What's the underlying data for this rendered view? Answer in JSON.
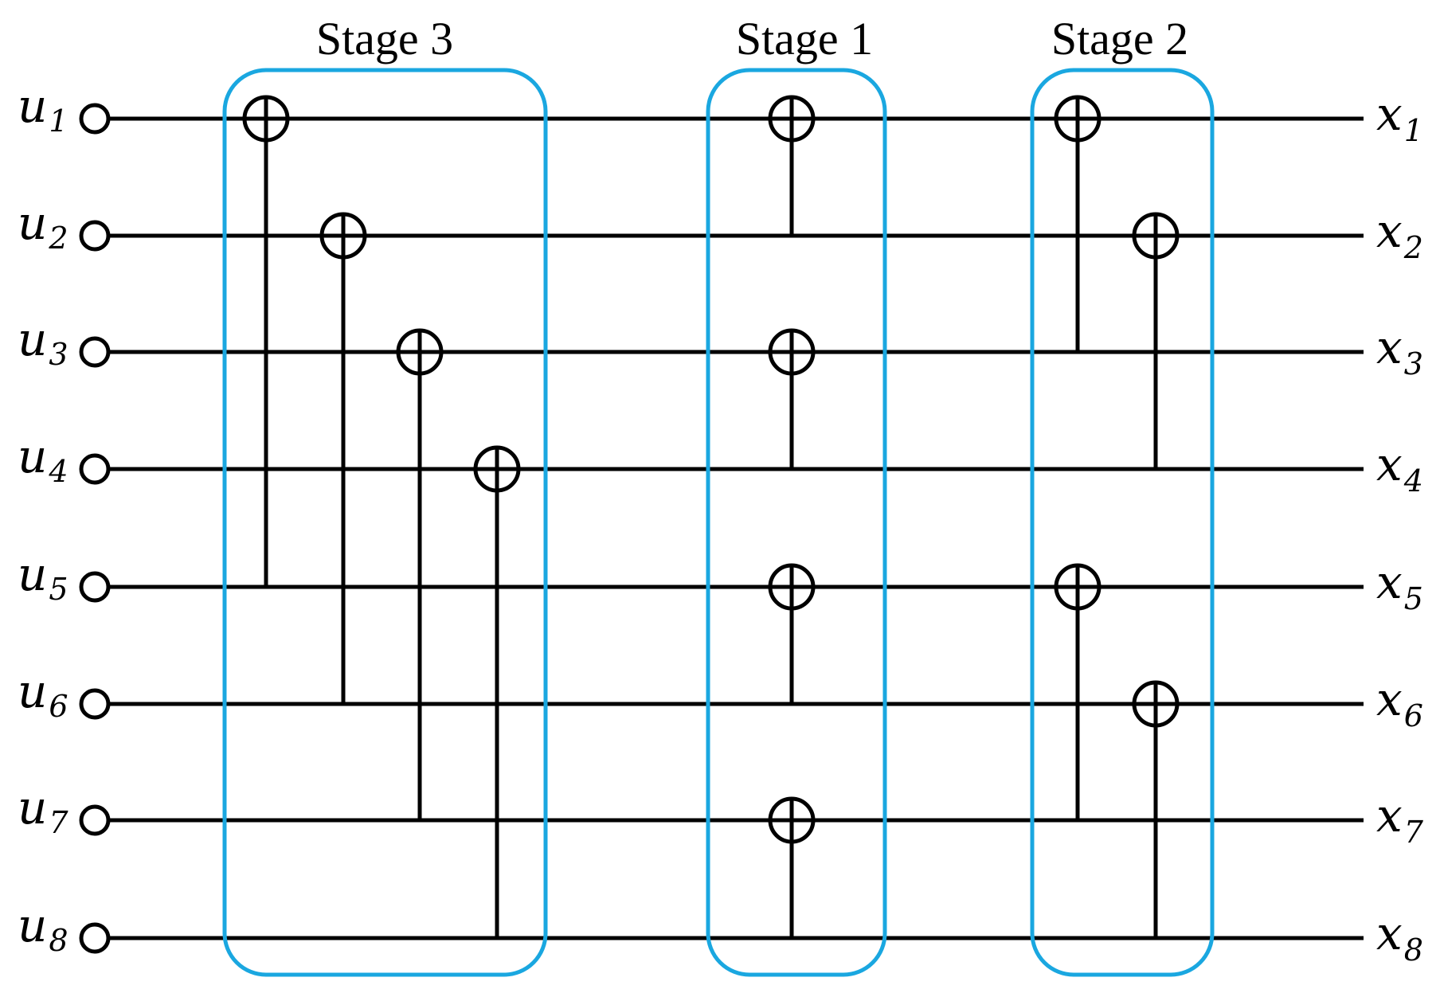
{
  "diagram": {
    "colors": {
      "stage_box": "#1aa7e0",
      "line": "#000000",
      "background": "#ffffff"
    },
    "inputs": [
      {
        "var": "u",
        "sub": "1"
      },
      {
        "var": "u",
        "sub": "2"
      },
      {
        "var": "u",
        "sub": "3"
      },
      {
        "var": "u",
        "sub": "4"
      },
      {
        "var": "u",
        "sub": "5"
      },
      {
        "var": "u",
        "sub": "6"
      },
      {
        "var": "u",
        "sub": "7"
      },
      {
        "var": "u",
        "sub": "8"
      }
    ],
    "outputs": [
      {
        "var": "x",
        "sub": "1"
      },
      {
        "var": "x",
        "sub": "2"
      },
      {
        "var": "x",
        "sub": "3"
      },
      {
        "var": "x",
        "sub": "4"
      },
      {
        "var": "x",
        "sub": "5"
      },
      {
        "var": "x",
        "sub": "6"
      },
      {
        "var": "x",
        "sub": "7"
      },
      {
        "var": "x",
        "sub": "8"
      }
    ],
    "stages": [
      {
        "title": "Stage 3",
        "gates": [
          {
            "target": 1,
            "control": 5
          },
          {
            "target": 2,
            "control": 6
          },
          {
            "target": 3,
            "control": 7
          },
          {
            "target": 4,
            "control": 8
          }
        ]
      },
      {
        "title": "Stage 1",
        "gates": [
          {
            "target": 1,
            "control": 2
          },
          {
            "target": 3,
            "control": 4
          },
          {
            "target": 5,
            "control": 6
          },
          {
            "target": 7,
            "control": 8
          }
        ]
      },
      {
        "title": "Stage 2",
        "gates": [
          {
            "target": 1,
            "control": 3
          },
          {
            "target": 2,
            "control": 4
          },
          {
            "target": 5,
            "control": 7
          },
          {
            "target": 6,
            "control": 8
          }
        ]
      }
    ]
  }
}
